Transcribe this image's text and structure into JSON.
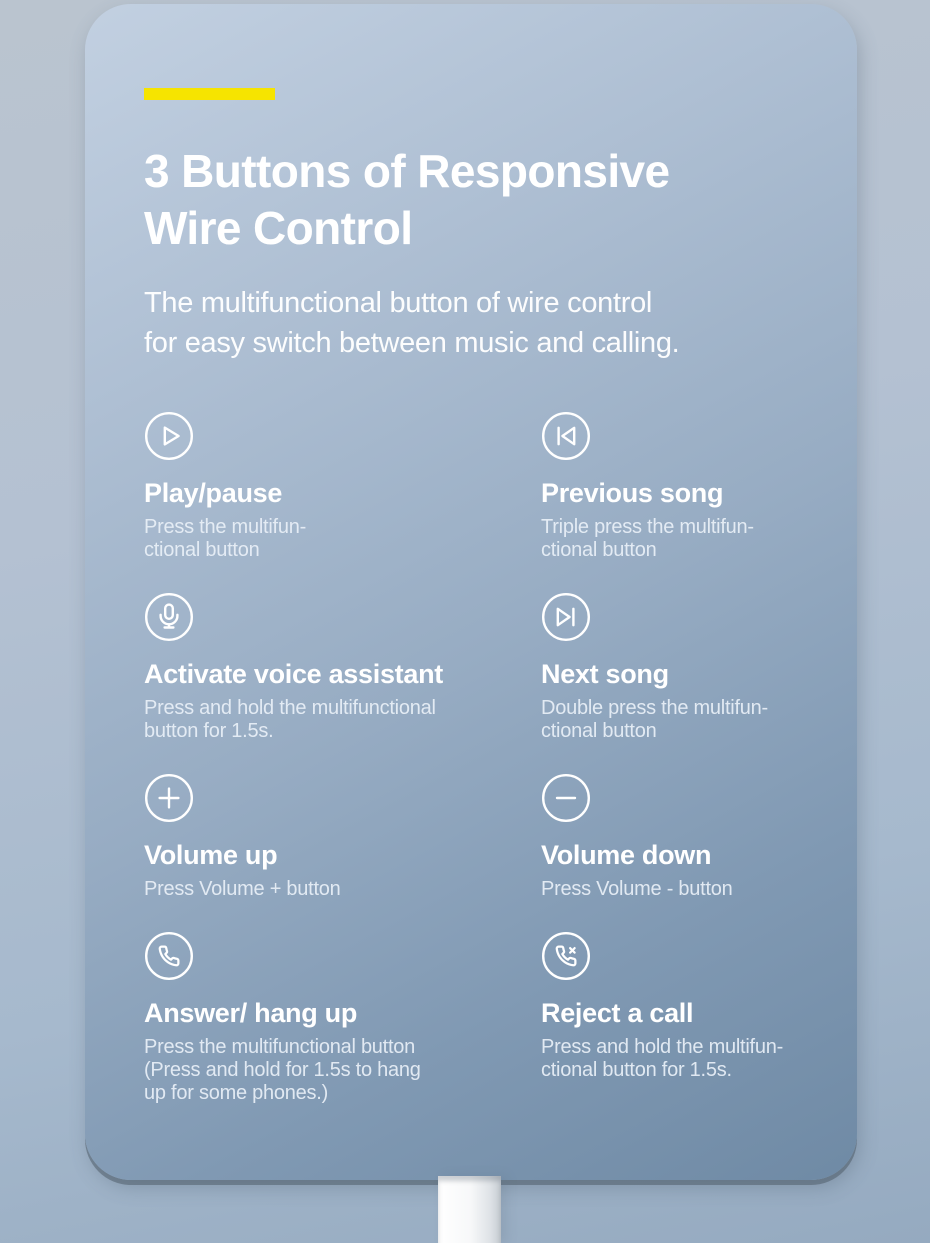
{
  "accent_color": "#f6e400",
  "header": {
    "title_lines": [
      "3 Buttons of Responsive",
      "Wire Control"
    ],
    "subtitle_lines": [
      "The multifunctional button of wire control",
      "for easy switch between music and calling."
    ]
  },
  "features": [
    {
      "icon": "play-circle-icon",
      "title": "Play/pause",
      "desc_lines": [
        "Press the multifun-",
        "ctional button"
      ]
    },
    {
      "icon": "skip-back-icon",
      "title": "Previous song",
      "desc_lines": [
        "Triple press the multifun-",
        "ctional button"
      ]
    },
    {
      "icon": "mic-icon",
      "title": "Activate voice assistant",
      "desc_lines": [
        "Press and hold the multifunctional",
        "button for 1.5s."
      ]
    },
    {
      "icon": "skip-forward-icon",
      "title": "Next song",
      "desc_lines": [
        "Double press the multifun-",
        "ctional button"
      ]
    },
    {
      "icon": "plus-circle-icon",
      "title": "Volume up",
      "desc_lines": [
        "Press Volume + button"
      ]
    },
    {
      "icon": "minus-circle-icon",
      "title": "Volume down",
      "desc_lines": [
        "Press Volume - button"
      ]
    },
    {
      "icon": "phone-icon",
      "title": "Answer/ hang up",
      "desc_lines": [
        "Press the multifunctional button",
        "(Press and hold  for 1.5s to hang",
        "up for some phones.)"
      ]
    },
    {
      "icon": "phone-reject-icon",
      "title": "Reject a call",
      "desc_lines": [
        "Press and hold the multifun-",
        "ctional button for 1.5s."
      ]
    }
  ]
}
